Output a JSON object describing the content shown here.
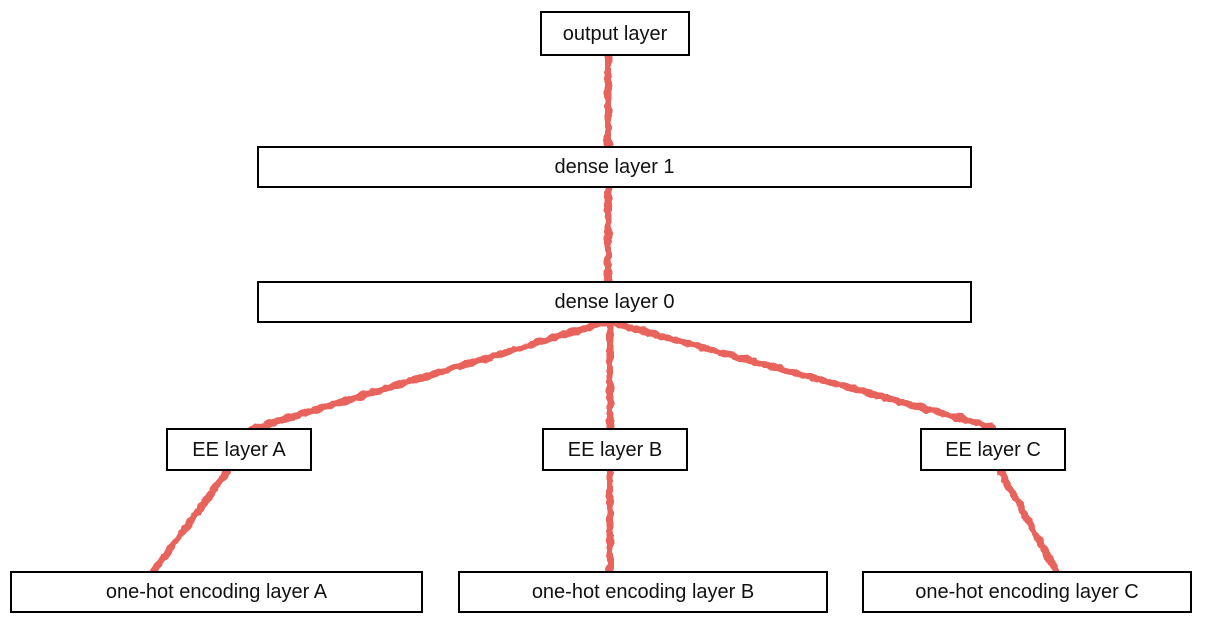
{
  "nodes": {
    "output": {
      "label": "output layer"
    },
    "dense1": {
      "label": "dense layer 1"
    },
    "dense0": {
      "label": "dense layer 0"
    },
    "ee_a": {
      "label": "EE layer A"
    },
    "ee_b": {
      "label": "EE layer B"
    },
    "ee_c": {
      "label": "EE layer C"
    },
    "onehot_a": {
      "label": "one-hot encoding layer A"
    },
    "onehot_b": {
      "label": "one-hot encoding layer B"
    },
    "onehot_c": {
      "label": "one-hot encoding layer C"
    }
  },
  "edges": [
    {
      "from": "output",
      "to": "dense1"
    },
    {
      "from": "dense1",
      "to": "dense0"
    },
    {
      "from": "dense0",
      "to": "ee_a"
    },
    {
      "from": "dense0",
      "to": "ee_b"
    },
    {
      "from": "dense0",
      "to": "ee_c"
    },
    {
      "from": "ee_a",
      "to": "onehot_a"
    },
    {
      "from": "ee_b",
      "to": "onehot_b"
    },
    {
      "from": "ee_c",
      "to": "onehot_c"
    }
  ],
  "colors": {
    "connector": "#e8635c",
    "box_border": "#000000",
    "box_fill": "#ffffff",
    "background": "#ffffff",
    "text": "#111111"
  }
}
